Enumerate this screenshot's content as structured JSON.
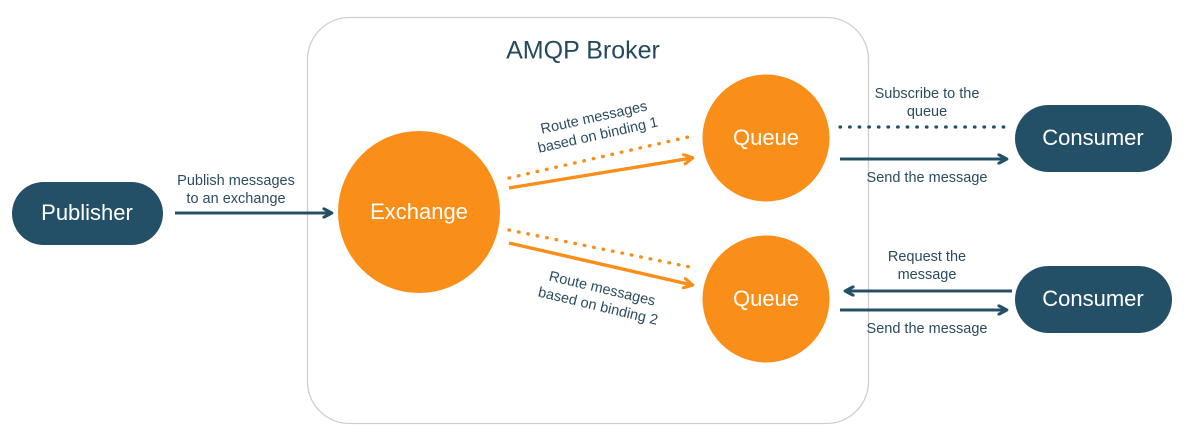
{
  "diagram": {
    "title": "AMQP Broker",
    "colors": {
      "navy": "#245067",
      "orange": "#F98E18",
      "broker_border": "#cfcfcf",
      "label_text": "#2b4c5e",
      "node_text": "#ffffff",
      "background": "#ffffff"
    },
    "nodes": [
      {
        "id": "publisher",
        "label": "Publisher",
        "shape": "pill",
        "fill": "#245067"
      },
      {
        "id": "exchange",
        "label": "Exchange",
        "shape": "circle",
        "fill": "#F98E18"
      },
      {
        "id": "queue-top",
        "label": "Queue",
        "shape": "circle",
        "fill": "#F98E18"
      },
      {
        "id": "queue-bottom",
        "label": "Queue",
        "shape": "circle",
        "fill": "#F98E18"
      },
      {
        "id": "consumer-top",
        "label": "Consumer",
        "shape": "pill",
        "fill": "#245067"
      },
      {
        "id": "consumer-bottom",
        "label": "Consumer",
        "shape": "pill",
        "fill": "#245067"
      }
    ],
    "edges": [
      {
        "id": "publish",
        "label": "Publish messages\nto an exchange",
        "from": "publisher",
        "to": "exchange",
        "style": "solid",
        "color": "#245067",
        "direction": "right"
      },
      {
        "id": "binding-1",
        "label": "Route messages\nbased on binding 1",
        "from": "exchange",
        "to": "queue-top",
        "style": "solid-with-dotted",
        "color": "#F98E18",
        "direction": "right"
      },
      {
        "id": "binding-2",
        "label": "Route messages\nbased on binding 2",
        "from": "exchange",
        "to": "queue-bottom",
        "style": "solid-with-dotted",
        "color": "#F98E18",
        "direction": "right"
      },
      {
        "id": "subscribe",
        "label": "Subscribe to the\nqueue",
        "from": "consumer-top",
        "to": "queue-top",
        "style": "dotted",
        "color": "#245067",
        "direction": "none"
      },
      {
        "id": "send-top",
        "label": "Send the message",
        "from": "queue-top",
        "to": "consumer-top",
        "style": "solid",
        "color": "#245067",
        "direction": "right"
      },
      {
        "id": "request",
        "label": "Request the\nmessage",
        "from": "consumer-bottom",
        "to": "queue-bottom",
        "style": "solid",
        "color": "#245067",
        "direction": "left"
      },
      {
        "id": "send-bottom",
        "label": "Send the message",
        "from": "queue-bottom",
        "to": "consumer-bottom",
        "style": "solid",
        "color": "#245067",
        "direction": "right"
      }
    ]
  }
}
